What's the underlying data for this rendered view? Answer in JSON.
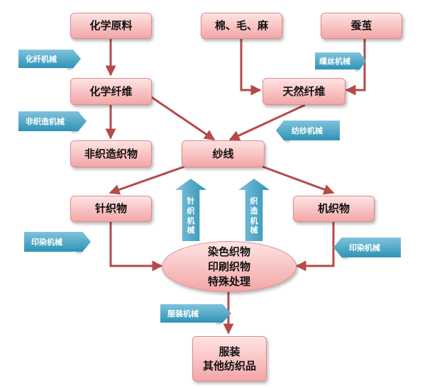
{
  "nodes": {
    "chemical_raw": "化学原料",
    "cotton_wool_hemp": "棉、毛、麻",
    "silkworm_cocoon": "蚕茧",
    "chemical_fiber": "化学纤维",
    "natural_fiber": "天然纤维",
    "nonwoven": "非织造织物",
    "yarn": "纱线",
    "knitted": "针织物",
    "woven": "机织物",
    "dyed_line1": "染色织物",
    "dyed_line2": "印刷织物",
    "dyed_line3": "特殊处理",
    "garment_line1": "服装",
    "garment_line2": "其他纺织品"
  },
  "machines": {
    "chemical_fiber_machinery": "化纤机械",
    "reeling_machinery": "缫丝机械",
    "nonwoven_machinery": "非织造机械",
    "spinning_machinery": "纺纱机械",
    "knitting_machinery": "针织机械",
    "weaving_machinery": "织造机械",
    "dyeing_machinery_left": "印染机械",
    "dyeing_machinery_right": "印染机械",
    "garment_machinery": "服装机械"
  },
  "colors": {
    "box_fill_top": "#fde3e3",
    "box_fill_bottom": "#f4a6a6",
    "connector": "#b54a4a",
    "machine_arrow": "#2f93b6"
  }
}
